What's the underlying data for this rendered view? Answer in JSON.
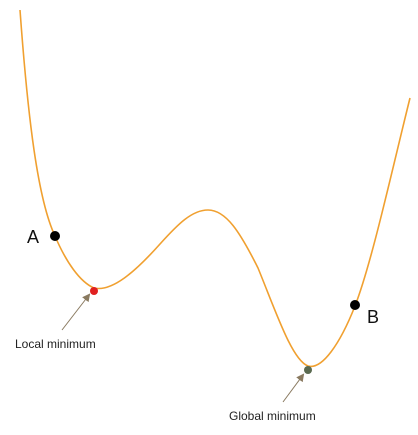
{
  "diagram": {
    "curve_color": "#F0A030",
    "arrow_color": "#8A7A60",
    "points": {
      "a": {
        "label": "A",
        "color": "#000000"
      },
      "b": {
        "label": "B",
        "color": "#000000"
      },
      "local_min": {
        "color": "#E02020"
      },
      "global_min": {
        "color": "#5A6A50"
      }
    },
    "annotations": {
      "local_min_label": "Local minimum",
      "global_min_label": "Global minimum"
    }
  }
}
